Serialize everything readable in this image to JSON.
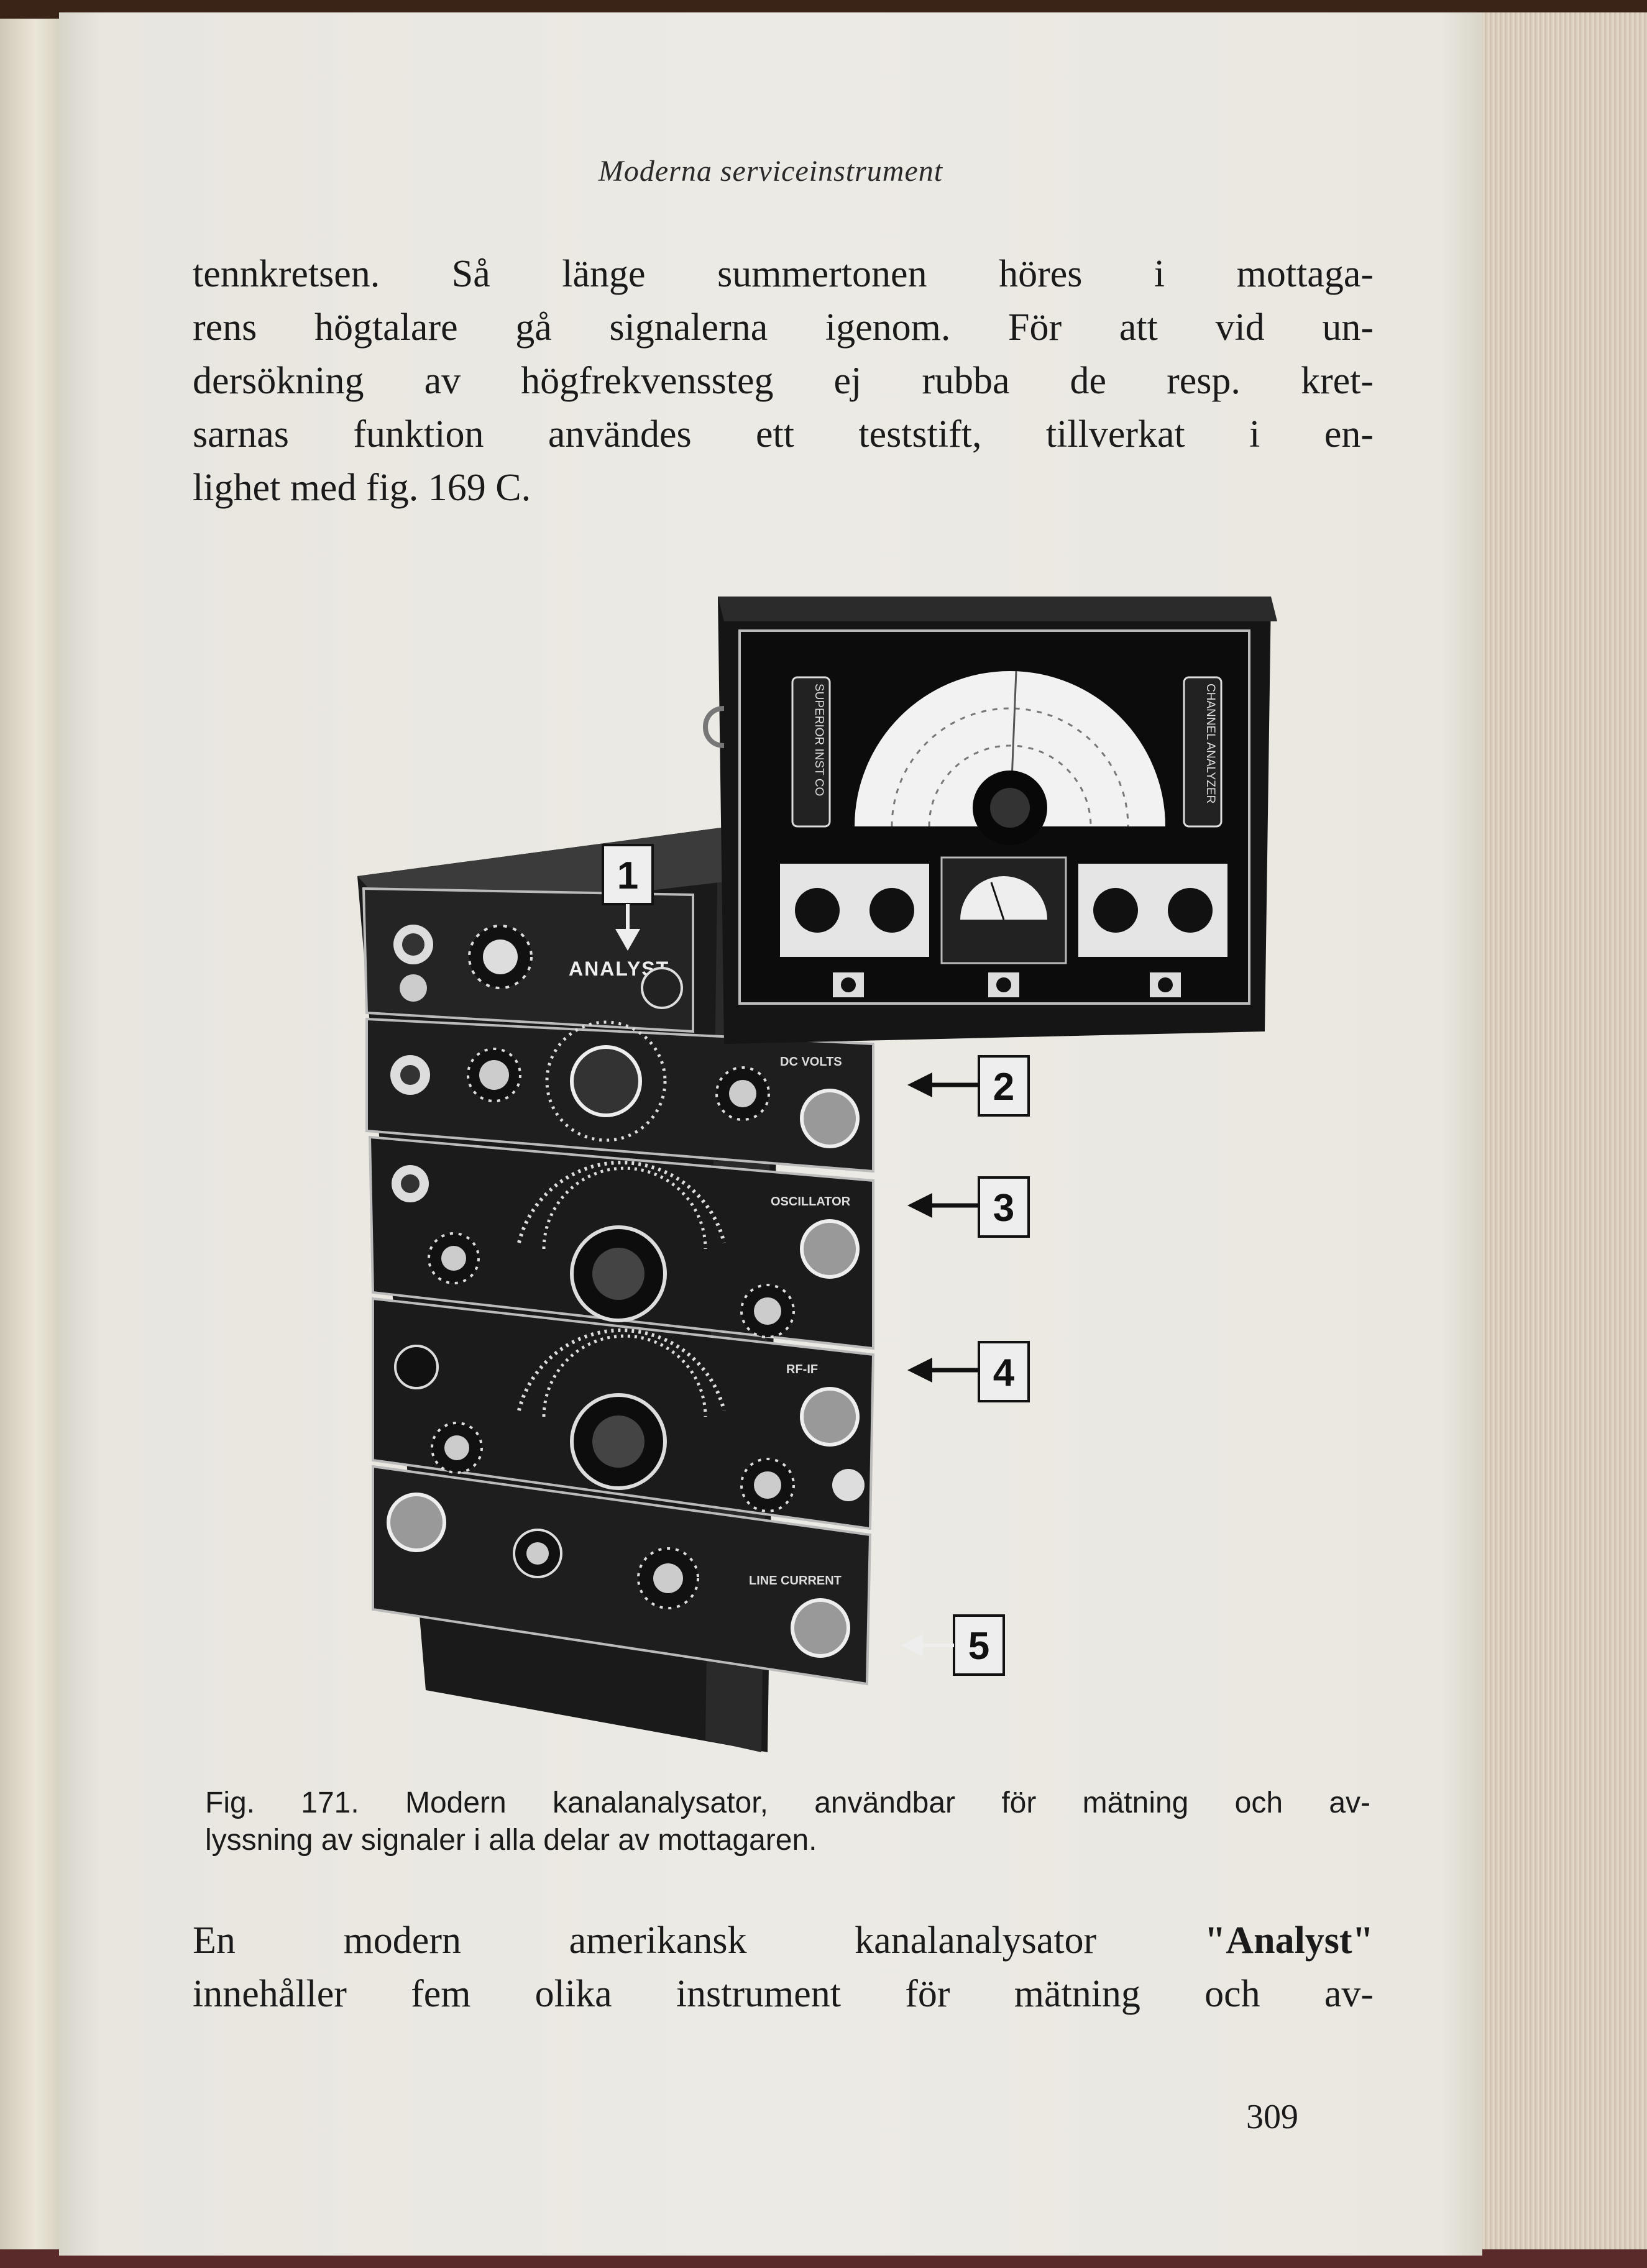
{
  "running_head": "Moderna serviceinstrument",
  "paragraph_1": [
    "tennkretsen. Så länge summertonen höres i mottaga-",
    "rens högtalare gå signalerna igenom. För att vid un-",
    "dersökning av högfrekvenssteg ej rubba de resp. kret-",
    "sarnas funktion användes ett teststift, tillverkat i en-",
    "lighet med fig. 169 C."
  ],
  "figure": {
    "callouts": [
      "1",
      "2",
      "3",
      "4",
      "5"
    ],
    "analyst": {
      "brand": "ANALYST",
      "labels": [
        "DC VOLTS",
        "OSCILLATOR",
        "RF-IF",
        "LINE CURRENT"
      ]
    },
    "top_unit": {
      "left_plate": "SUPERIOR INST CO",
      "right_plate": "CHANNEL ANALYZER"
    }
  },
  "caption": [
    "Fig. 171. Modern kanalanalysator, användbar för mätning och av-",
    "lyssning av signaler i alla delar av mottagaren."
  ],
  "paragraph_2": {
    "line1_pre": "En modern amerikansk kanalanalysator ",
    "line1_bold": "\"Analyst\"",
    "line2": "innehåller fem olika instrument för mätning och av-"
  },
  "page_number": "309"
}
